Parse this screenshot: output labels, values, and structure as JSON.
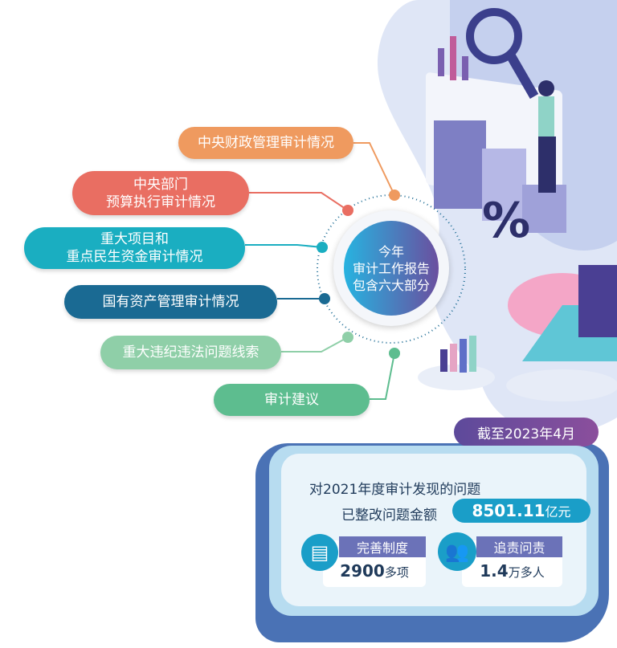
{
  "center": {
    "line1": "今年",
    "line2": "审计工作报告",
    "line3": "包含六大部分"
  },
  "sections": [
    {
      "label": "中央财政管理审计情况",
      "color": "#ef9a5f"
    },
    {
      "label": "中央部门\n预算执行审计情况",
      "color": "#e96e62"
    },
    {
      "label": "重大项目和\n重点民生资金审计情况",
      "color": "#1aaec1"
    },
    {
      "label": "国有资产管理审计情况",
      "color": "#1a6a93"
    },
    {
      "label": "重大违纪违法问题线索",
      "color": "#8fcfa8"
    },
    {
      "label": "审计建议",
      "color": "#5dbd8f"
    }
  ],
  "date_badge": "截至2023年4月",
  "summary": {
    "line1": "对2021年度审计发现的问题",
    "line2": "已整改问题金额",
    "amount_value": "8501.11",
    "amount_unit": "亿元"
  },
  "stats": [
    {
      "title": "完善制度",
      "value": "2900",
      "unit": "多项",
      "icon": "document-search-icon"
    },
    {
      "title": "追责问责",
      "value": "1.4",
      "unit": "万多人",
      "icon": "people-icon"
    }
  ]
}
